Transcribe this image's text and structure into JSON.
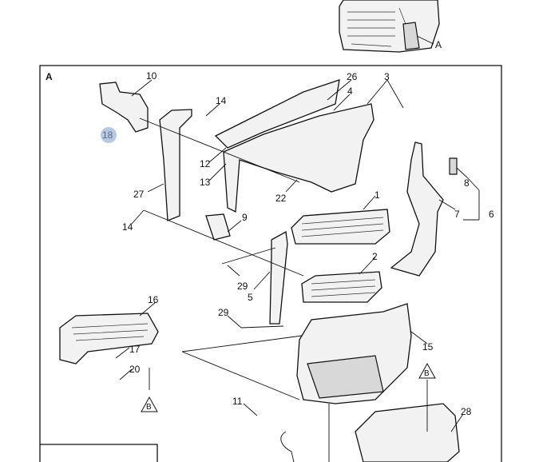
{
  "view_labels": {
    "truck_view": "A",
    "frame_view": "A"
  },
  "highlighted_callout": {
    "label": "18",
    "color": "#b9c8e0"
  },
  "callouts": [
    "10",
    "14",
    "26",
    "3",
    "4",
    "12",
    "13",
    "27",
    "22",
    "14",
    "9",
    "1",
    "8",
    "7",
    "6",
    "2",
    "29",
    "5",
    "16",
    "29",
    "17",
    "20",
    "15",
    "11",
    "28"
  ],
  "reference_markers": [
    "B",
    "B"
  ]
}
